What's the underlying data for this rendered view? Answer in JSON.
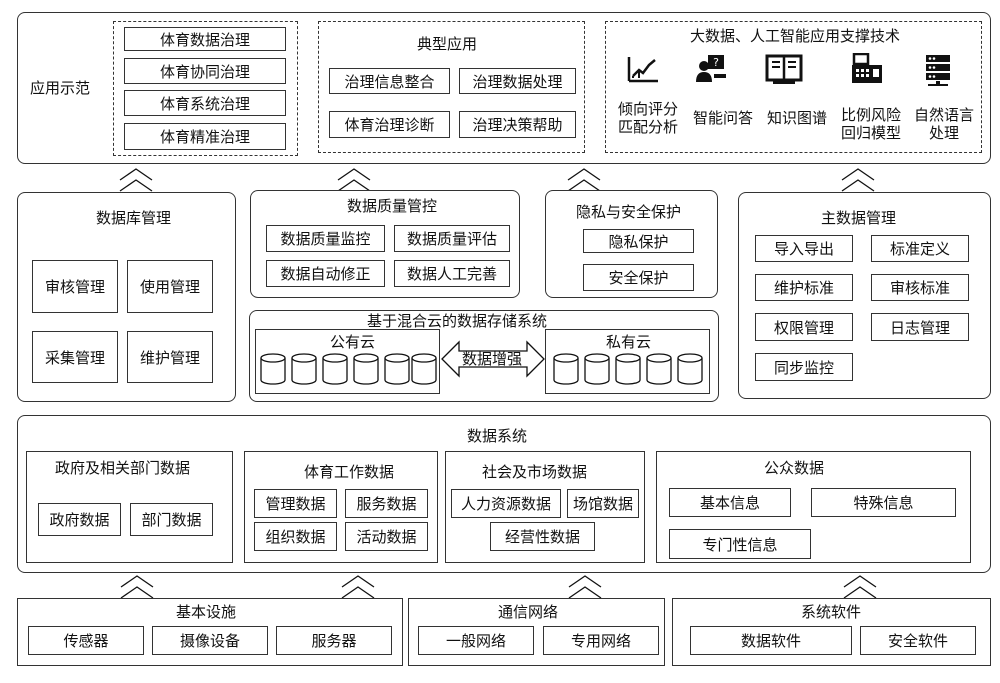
{
  "app": {
    "title": "应用示范",
    "governance": [
      "体育数据治理",
      "体育协同治理",
      "体育系统治理",
      "体育精准治理"
    ],
    "typical": {
      "title": "典型应用",
      "items": [
        "治理信息整合",
        "治理数据处理",
        "体育治理诊断",
        "治理决策帮助"
      ]
    },
    "ai": {
      "title": "大数据、人工智能应用支撑技术",
      "items": [
        {
          "icon": "trend-chart-icon",
          "label": [
            "倾向评分",
            "匹配分析"
          ]
        },
        {
          "icon": "qa-person-icon",
          "label": [
            "智能问答"
          ]
        },
        {
          "icon": "open-book-icon",
          "label": [
            "知识图谱"
          ]
        },
        {
          "icon": "register-machine-icon",
          "label": [
            "比例风险",
            "回归模型"
          ]
        },
        {
          "icon": "server-stack-icon",
          "label": [
            "自然语言",
            "处理"
          ]
        }
      ]
    }
  },
  "db": {
    "title": "数据库管理",
    "items": [
      "审核管理",
      "使用管理",
      "采集管理",
      "维护管理"
    ]
  },
  "quality": {
    "title": "数据质量管控",
    "items": [
      "数据质量监控",
      "数据质量评估",
      "数据自动修正",
      "数据人工完善"
    ]
  },
  "privacy": {
    "title": "隐私与安全保护",
    "items": [
      "隐私保护",
      "安全保护"
    ]
  },
  "master": {
    "title": "主数据管理",
    "items": [
      "导入导出",
      "标准定义",
      "维护标准",
      "审核标准",
      "权限管理",
      "日志管理",
      "同步监控"
    ]
  },
  "storage": {
    "title": "基于混合云的数据存储系统",
    "public": "公有云",
    "private": "私有云",
    "arrow": "数据增强"
  },
  "datasys": {
    "title": "数据系统",
    "gov": {
      "title": "政府及相关部门数据",
      "items": [
        "政府数据",
        "部门数据"
      ]
    },
    "sports": {
      "title": "体育工作数据",
      "items": [
        "管理数据",
        "服务数据",
        "组织数据",
        "活动数据"
      ]
    },
    "social": {
      "title": "社会及市场数据",
      "items": [
        "人力资源数据",
        "场馆数据",
        "经营性数据"
      ]
    },
    "public": {
      "title": "公众数据",
      "items": [
        "基本信息",
        "特殊信息",
        "专门性信息"
      ]
    }
  },
  "infra": {
    "title": "基本设施",
    "items": [
      "传感器",
      "摄像设备",
      "服务器"
    ]
  },
  "network": {
    "title": "通信网络",
    "items": [
      "一般网络",
      "专用网络"
    ]
  },
  "software": {
    "title": "系统软件",
    "items": [
      "数据软件",
      "安全软件"
    ]
  }
}
